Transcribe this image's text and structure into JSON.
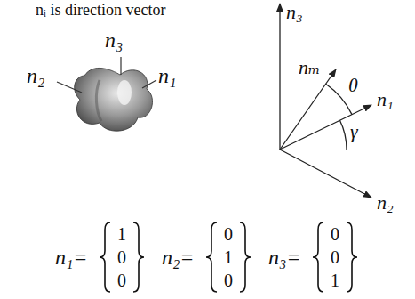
{
  "diagram": {
    "labels": [
      "nᵢ is direction vector",
      "n₃",
      "n₂",
      "n₁",
      "n₃",
      "nₘ",
      "θ",
      "n₁",
      "γ",
      "n₂",
      "n₁=",
      "1",
      "0",
      "0",
      "n₂=",
      "0",
      "1",
      "0",
      "n₃=",
      "0",
      "0",
      "1"
    ]
  }
}
